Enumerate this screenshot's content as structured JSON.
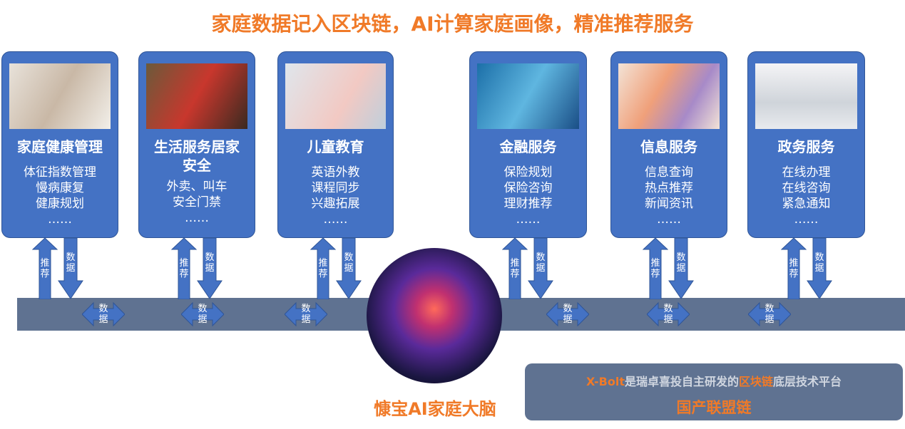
{
  "title": "家庭数据记入区块链，AI计算家庭画像，精准推荐服务",
  "cards": [
    {
      "title": "家庭健康管理",
      "lines": [
        "体征指数管理",
        "慢病康复",
        "健康规划",
        "……"
      ]
    },
    {
      "title": "生活服务居家安全",
      "lines": [
        "外卖、叫车",
        "安全门禁",
        "……"
      ]
    },
    {
      "title": "儿童教育",
      "lines": [
        "英语外教",
        "课程同步",
        "兴趣拓展",
        "……"
      ]
    },
    {
      "title": "金融服务",
      "lines": [
        "保险规划",
        "保险咨询",
        "理财推荐",
        "……"
      ]
    },
    {
      "title": "信息服务",
      "lines": [
        "信息查询",
        "热点推荐",
        "新闻资讯",
        "……"
      ]
    },
    {
      "title": "政务服务",
      "lines": [
        "在线办理",
        "在线咨询",
        "紧急通知",
        "……"
      ]
    }
  ],
  "arrows": {
    "up": "推荐",
    "down": "数据",
    "horizontal": "数据"
  },
  "brain_label": "慷宝AI家庭大脑",
  "xbolt": {
    "brand": "X-Bolt",
    "mid": "是瑞卓喜投自主研发的",
    "chain": "区块链",
    "tail": "底层技术平台",
    "subtitle": "国产联盟链"
  },
  "colors": {
    "accent": "#f07a28",
    "card": "#4472c4",
    "bar": "#5f7291"
  }
}
